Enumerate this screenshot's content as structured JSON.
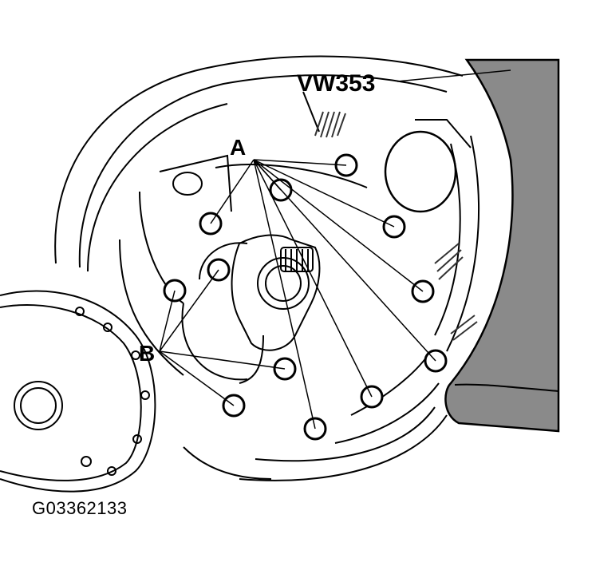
{
  "diagram": {
    "tool_label": "VW353",
    "label_a": "A",
    "label_b": "B",
    "figure_id": "G03362133"
  }
}
